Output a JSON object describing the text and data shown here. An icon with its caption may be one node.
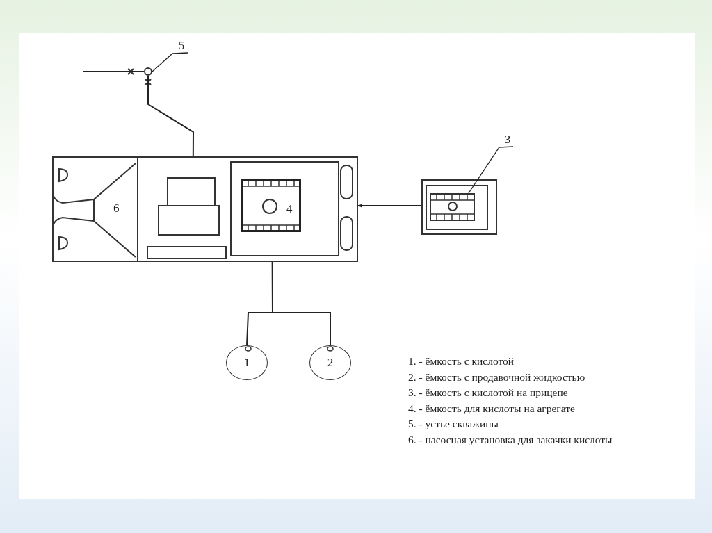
{
  "diagram": {
    "nodes": [
      {
        "text": [],
        "shape": "box"
      },
      {
        "text": [
          "6"
        ],
        "in": 0
      },
      {
        "text": [
          "4"
        ],
        "in": 0
      },
      {
        "text": [],
        "shape": "circle"
      },
      {
        "text": [
          "5"
        ]
      },
      {
        "text": [],
        "shape": "box"
      },
      {
        "text": [],
        "shape": "box",
        "in": 5
      },
      {
        "text": [
          "3"
        ]
      },
      {
        "text": [
          "1"
        ]
      },
      {
        "text": [
          "2"
        ]
      }
    ],
    "edges": [
      {
        "from": null,
        "to": 3,
        "arrow": "none"
      },
      {
        "from": 3,
        "to": 0,
        "arrow": "none"
      },
      {
        "from": 5,
        "to": 0,
        "arrow": "to"
      },
      {
        "from": 0,
        "to": 8,
        "arrow": "none"
      },
      {
        "from": 0,
        "to": 9,
        "arrow": "none"
      },
      {
        "from": 4,
        "to": 3,
        "arrow": "none"
      },
      {
        "from": 7,
        "to": 6,
        "arrow": "none"
      }
    ],
    "labels": [
      "1. - ёмкость с кислотой",
      "2. - ёмкость с продавочной жидкостью",
      "3. - ёмкость с кислотой на прицепе",
      "4. - ёмкость для кислоты на агрегате",
      "5. - устье скважины",
      "6. - насосная установка для закачки кислоты"
    ]
  }
}
